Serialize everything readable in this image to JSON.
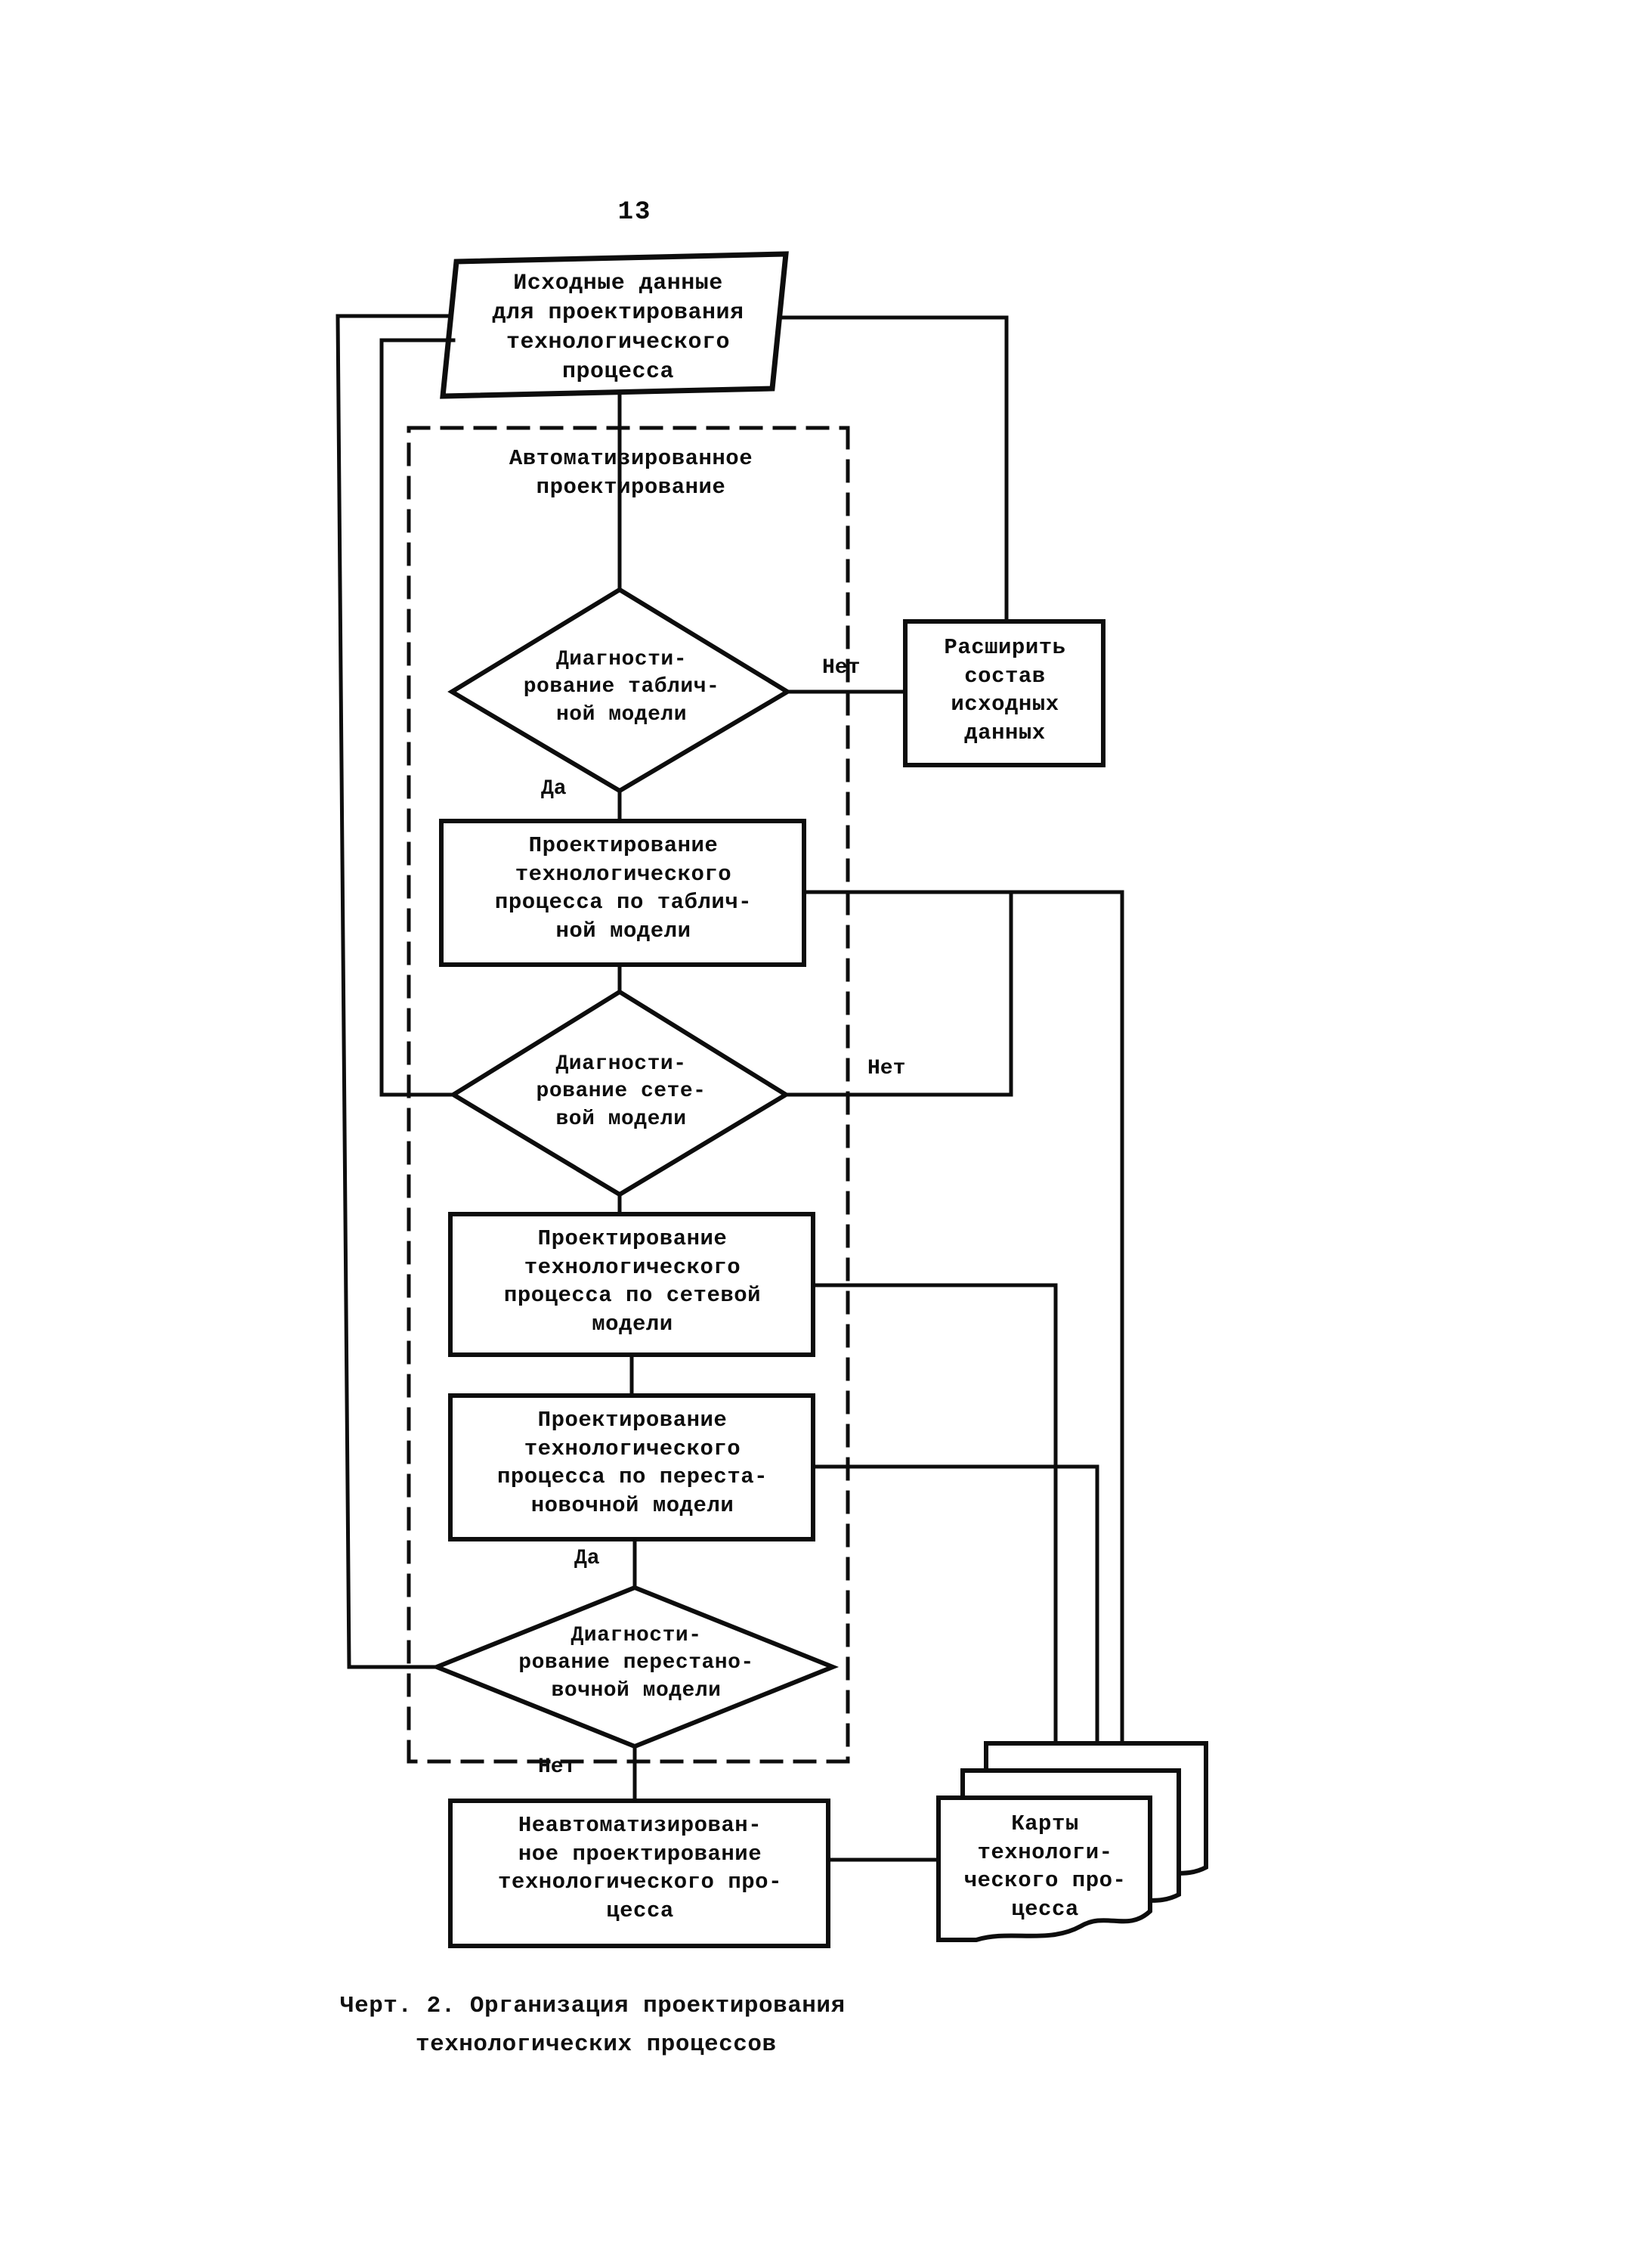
{
  "page": {
    "number": "13",
    "caption_line1": "Черт. 2. Организация проектирования",
    "caption_line2": "технологических процессов"
  },
  "diagram": {
    "title": "Организация проектирования технологических процессов",
    "type": "flowchart",
    "group_label": "Автоматизированное\nпроектирование",
    "nodes": [
      {
        "id": "input-data",
        "shape": "parallelogram",
        "label": "Исходные данные\nдля проектирования\nтехнологического\nпроцесса"
      },
      {
        "id": "diag-table-model",
        "shape": "diamond",
        "label": "Диагности-\nрование таблич-\nной модели"
      },
      {
        "id": "expand-input-data",
        "shape": "rectangle",
        "label": "Расширить\nсостав\nисходных\nданных"
      },
      {
        "id": "design-by-table-model",
        "shape": "rectangle",
        "label": "Проектирование\nтехнологического\nпроцесса по таблич-\nной модели"
      },
      {
        "id": "diag-network-model",
        "shape": "diamond",
        "label": "Диагности-\nрование сете-\nвой модели"
      },
      {
        "id": "design-by-network-model",
        "shape": "rectangle",
        "label": "Проектирование\nтехнологического\nпроцесса по сетевой\nмодели"
      },
      {
        "id": "design-by-permutation-model",
        "shape": "rectangle",
        "label": "Проектирование\nтехнологического\nпроцесса по переста-\nновочной модели"
      },
      {
        "id": "diag-permutation-model",
        "shape": "diamond",
        "label": "Диагности-\nрование перестано-\nвочной модели"
      },
      {
        "id": "manual-design",
        "shape": "rectangle",
        "label": "Неавтоматизирован-\nное проектирование\nтехнологического про-\nцесса"
      },
      {
        "id": "process-charts",
        "shape": "document-stack",
        "label": "Карты\nтехнологи-\nческого про-\nцесса"
      }
    ],
    "edge_labels": {
      "table_no": "Нет",
      "table_yes": "Да",
      "network_no": "Нет",
      "permutation_yes": "Да",
      "permutation_no": "Нет"
    }
  },
  "colors": {
    "ink": "#0d0d0d",
    "paper": "#ffffff"
  }
}
